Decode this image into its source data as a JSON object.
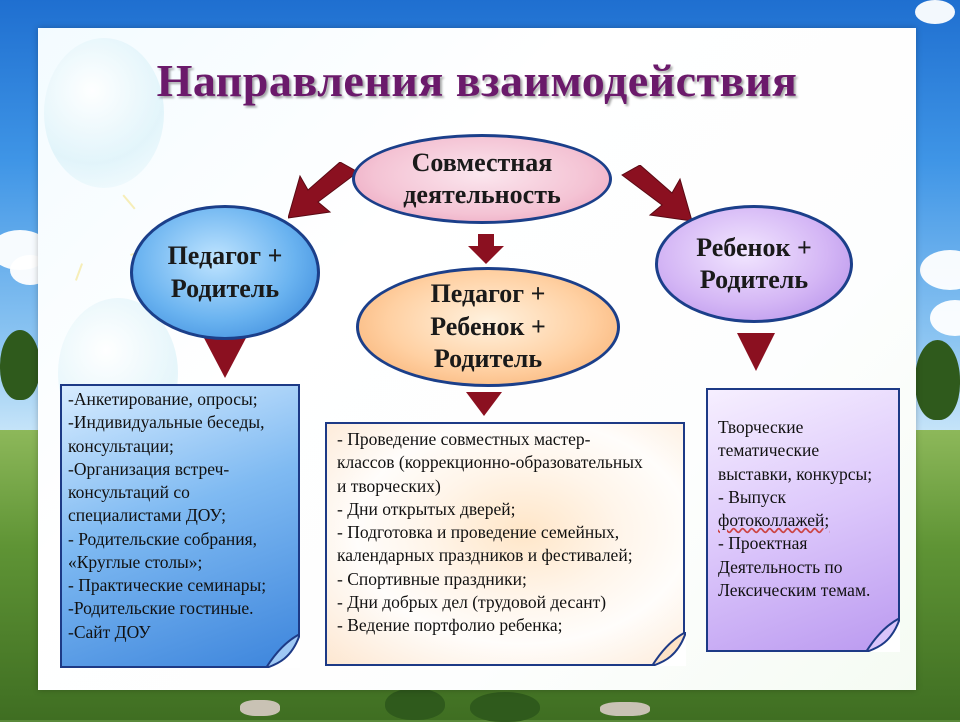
{
  "title": "Направления взаимодействия",
  "ellipses": {
    "top": [
      "Совместная",
      "деятельность"
    ],
    "left": [
      "Педагог +",
      "Родитель"
    ],
    "right": [
      "Ребенок +",
      "Родитель"
    ],
    "middle": [
      "Педагог +",
      "Ребенок +",
      "Родитель"
    ]
  },
  "cards": {
    "left": [
      "-Анкетирование, опросы;",
      "-Индивидуальные беседы,",
      "консультации;",
      "-Организация встреч-",
      "консультаций со",
      "специалистами ДОУ;",
      "- Родительские собрания,",
      "«Круглые столы»;",
      "- Практические семинары;",
      "-Родительские гостиные.",
      "-Сайт ДОУ"
    ],
    "middle": [
      "- Проведение совместных мастер-",
      "классов (коррекционно-образовательных",
      " и творческих)",
      "- Дни открытых дверей;",
      "- Подготовка и проведение семейных,",
      "календарных  праздников и фестивалей;",
      "- Спортивные праздники;",
      "- Дни добрых дел (трудовой десант)",
      "- Ведение портфолио ребенка;"
    ],
    "right": [
      " Творческие",
      "тематические",
      "выставки, конкурсы;",
      "- Выпуск",
      "фотоколлажей;",
      "- Проектная",
      "Деятельность по",
      "Лексическим темам."
    ]
  },
  "colors": {
    "title": "#6b1a6b",
    "arrow": "#8b1020",
    "border": "#1d3a86"
  }
}
